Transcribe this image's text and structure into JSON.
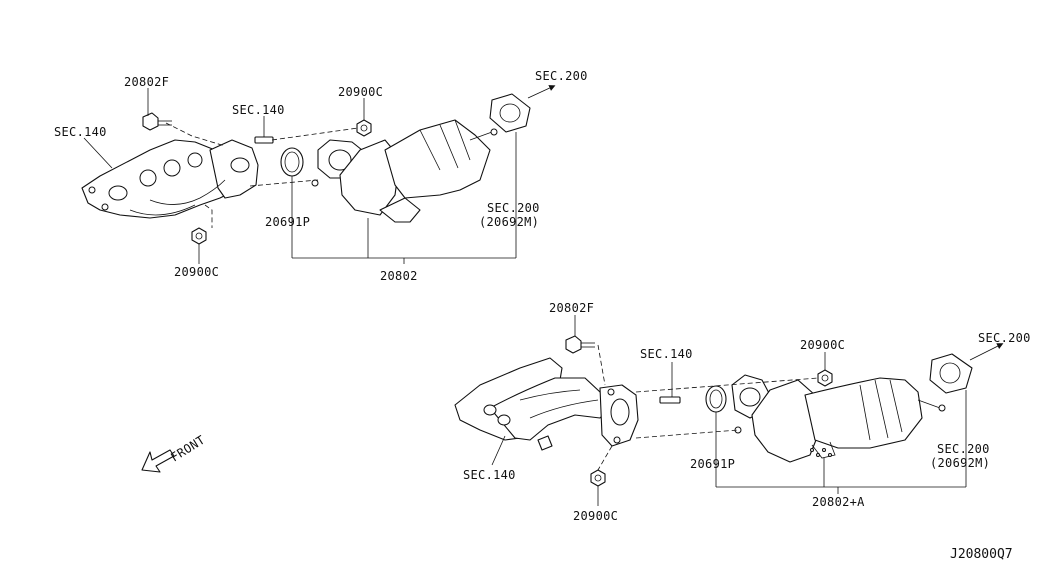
{
  "labels": {
    "top_bolt": "20802F",
    "top_sec140_left": "SEC.140",
    "top_sec140_stud": "SEC.140",
    "top_nut_upper": "20900C",
    "top_sec200_arrow": "SEC.200",
    "top_gasket": "20691P",
    "top_nut_lower": "20900C",
    "top_sec200_flange": "SEC.200",
    "top_sec200_flange_ref": "(20692M)",
    "top_assembly": "20802",
    "bot_bolt": "20802F",
    "bot_sec140_stud": "SEC.140",
    "bot_nut_upper": "20900C",
    "bot_sec200_arrow": "SEC.200",
    "bot_sec140_left": "SEC.140",
    "bot_gasket": "20691P",
    "bot_nut_lower": "20900C",
    "bot_sec200_flange": "SEC.200",
    "bot_sec200_flange_ref": "(20692M)",
    "bot_assembly": "20802+A",
    "front": "FRONT",
    "drawing_code": "J20800Q7"
  }
}
